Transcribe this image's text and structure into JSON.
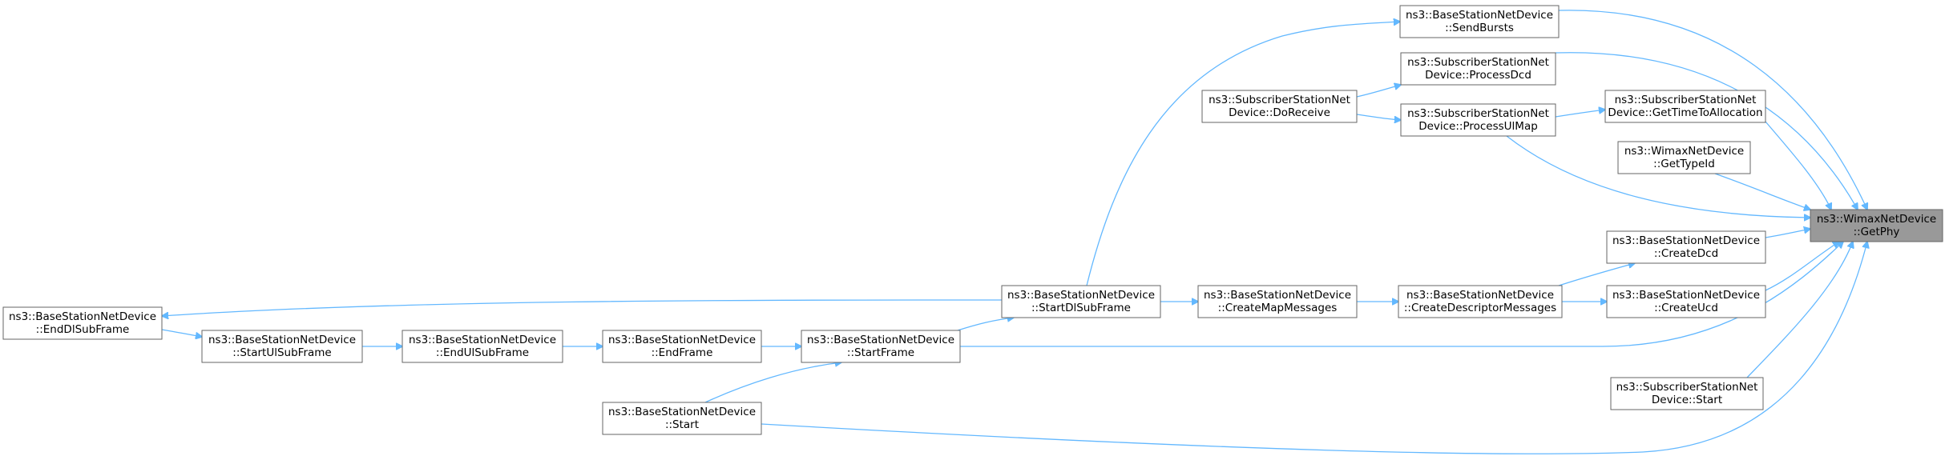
{
  "diagram": {
    "kind": "doxygen-caller-graph",
    "edge_color": "#63b8ff",
    "focus_fill": "#999999",
    "nodes": [
      {
        "id": "getphy",
        "lines": [
          "ns3::WimaxNetDevice",
          "::GetPhy"
        ],
        "focus": true
      },
      {
        "id": "sendbursts",
        "lines": [
          "ns3::BaseStationNetDevice",
          "::SendBursts"
        ]
      },
      {
        "id": "ss-processdcd",
        "lines": [
          "ns3::SubscriberStationNet",
          "Device::ProcessDcd"
        ]
      },
      {
        "id": "ss-doreceive",
        "lines": [
          "ns3::SubscriberStationNet",
          "Device::DoReceive"
        ]
      },
      {
        "id": "ss-processulmap",
        "lines": [
          "ns3::SubscriberStationNet",
          "Device::ProcessUlMap"
        ]
      },
      {
        "id": "ss-gettimetoallocation",
        "lines": [
          "ns3::SubscriberStationNet",
          "Device::GetTimeToAllocation"
        ]
      },
      {
        "id": "wimax-gettypeid",
        "lines": [
          "ns3::WimaxNetDevice",
          "::GetTypeId"
        ]
      },
      {
        "id": "bs-createdcd",
        "lines": [
          "ns3::BaseStationNetDevice",
          "::CreateDcd"
        ]
      },
      {
        "id": "bs-createucd",
        "lines": [
          "ns3::BaseStationNetDevice",
          "::CreateUcd"
        ]
      },
      {
        "id": "bs-createdescriptormessages",
        "lines": [
          "ns3::BaseStationNetDevice",
          "::CreateDescriptorMessages"
        ]
      },
      {
        "id": "bs-createmapmessages",
        "lines": [
          "ns3::BaseStationNetDevice",
          "::CreateMapMessages"
        ]
      },
      {
        "id": "bs-startdlsubframe",
        "lines": [
          "ns3::BaseStationNetDevice",
          "::StartDlSubFrame"
        ]
      },
      {
        "id": "bs-enddlsubframe",
        "lines": [
          "ns3::BaseStationNetDevice",
          "::EndDlSubFrame"
        ]
      },
      {
        "id": "bs-startulsubframe",
        "lines": [
          "ns3::BaseStationNetDevice",
          "::StartUlSubFrame"
        ]
      },
      {
        "id": "bs-endulsubframe",
        "lines": [
          "ns3::BaseStationNetDevice",
          "::EndUlSubFrame"
        ]
      },
      {
        "id": "bs-endframe",
        "lines": [
          "ns3::BaseStationNetDevice",
          "::EndFrame"
        ]
      },
      {
        "id": "bs-startframe",
        "lines": [
          "ns3::BaseStationNetDevice",
          "::StartFrame"
        ]
      },
      {
        "id": "bs-start",
        "lines": [
          "ns3::BaseStationNetDevice",
          "::Start"
        ]
      },
      {
        "id": "ss-start",
        "lines": [
          "ns3::SubscriberStationNet",
          "Device::Start"
        ]
      }
    ],
    "edges": [
      {
        "from": "sendbursts",
        "to": "getphy"
      },
      {
        "from": "ss-processdcd",
        "to": "getphy"
      },
      {
        "from": "ss-gettimetoallocation",
        "to": "getphy"
      },
      {
        "from": "ss-processulmap",
        "to": "getphy"
      },
      {
        "from": "wimax-gettypeid",
        "to": "getphy"
      },
      {
        "from": "bs-createdcd",
        "to": "getphy"
      },
      {
        "from": "bs-createucd",
        "to": "getphy"
      },
      {
        "from": "bs-startframe",
        "to": "getphy"
      },
      {
        "from": "ss-start",
        "to": "getphy"
      },
      {
        "from": "bs-start",
        "to": "getphy"
      },
      {
        "from": "ss-doreceive",
        "to": "ss-processdcd"
      },
      {
        "from": "ss-doreceive",
        "to": "ss-processulmap"
      },
      {
        "from": "ss-processulmap",
        "to": "ss-gettimetoallocation"
      },
      {
        "from": "bs-createdescriptormessages",
        "to": "bs-createdcd"
      },
      {
        "from": "bs-createdescriptormessages",
        "to": "bs-createucd"
      },
      {
        "from": "bs-createmapmessages",
        "to": "bs-createdescriptormessages"
      },
      {
        "from": "bs-startdlsubframe",
        "to": "bs-createmapmessages"
      },
      {
        "from": "bs-startdlsubframe",
        "to": "sendbursts"
      },
      {
        "from": "bs-startdlsubframe",
        "to": "bs-enddlsubframe"
      },
      {
        "from": "bs-enddlsubframe",
        "to": "bs-startulsubframe"
      },
      {
        "from": "bs-startulsubframe",
        "to": "bs-endulsubframe"
      },
      {
        "from": "bs-endulsubframe",
        "to": "bs-endframe"
      },
      {
        "from": "bs-endframe",
        "to": "bs-startframe"
      },
      {
        "from": "bs-startframe",
        "to": "bs-startdlsubframe"
      },
      {
        "from": "bs-start",
        "to": "bs-startframe"
      }
    ]
  }
}
